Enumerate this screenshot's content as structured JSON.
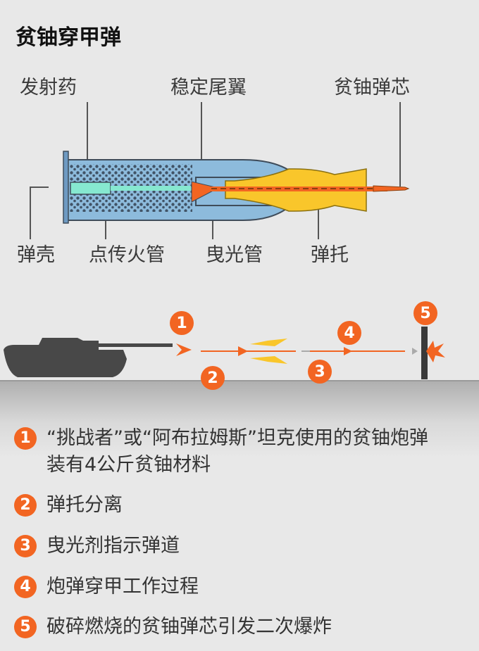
{
  "title": "贫铀穿甲弹",
  "diagram_labels": {
    "propellant": "发射药",
    "stabilizer_fins": "稳定尾翼",
    "du_core": "贫铀弹芯",
    "casing": "弹壳",
    "igniter": "点传火管",
    "tracer": "曳光管",
    "sabot": "弹托"
  },
  "stage_markers": [
    "1",
    "2",
    "3",
    "4",
    "5"
  ],
  "legend": [
    {
      "num": "1",
      "text": "“挑战者”或“阿布拉姆斯”坦克使用的贫铀炮弹装有4公斤贫铀材料"
    },
    {
      "num": "2",
      "text": "弹托分离"
    },
    {
      "num": "3",
      "text": "曳光剂指示弹道"
    },
    {
      "num": "4",
      "text": "炮弹穿甲工作过程"
    },
    {
      "num": "5",
      "text": "破碎燃烧的贫铀弹芯引发二次爆炸"
    }
  ],
  "colors": {
    "accent": "#f26522",
    "casing": "#8dbbdc",
    "sabot": "#f9c62b",
    "igniter": "#86e8d0",
    "dark": "#404a55"
  }
}
